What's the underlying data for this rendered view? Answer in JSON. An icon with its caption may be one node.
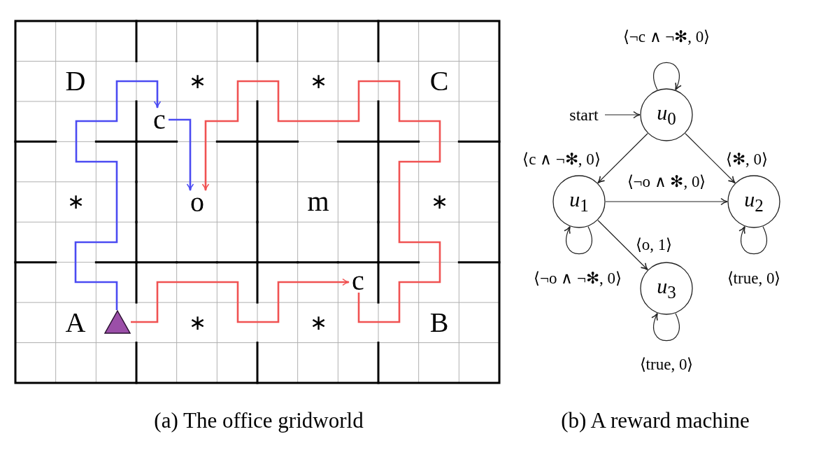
{
  "diagram": {
    "nodes": [
      {
        "text": [
          "c"
        ]
      },
      {
        "text": [
          "o"
        ]
      },
      {
        "text": [],
        "shape": "triangle"
      },
      {
        "text": [
          "c"
        ]
      },
      {
        "text": [
          "start"
        ]
      },
      {
        "text": [
          "*u*$_{0}$"
        ]
      },
      {
        "text": [
          "*u*$_{1}$"
        ]
      },
      {
        "text": [
          "*u*$_{2}$"
        ]
      },
      {
        "text": [
          "*u*$_{3}$"
        ]
      }
    ],
    "edges": [
      {
        "from": 2,
        "to": 0,
        "arrow": "to",
        "color": "#4b4bf2"
      },
      {
        "from": 0,
        "to": 1,
        "arrow": "to",
        "color": "#4b4bf2"
      },
      {
        "from": 2,
        "to": 3,
        "arrow": "to",
        "color": "#f05252"
      },
      {
        "from": 3,
        "to": 1,
        "arrow": "to",
        "color": "#f05252"
      },
      {
        "from": 4,
        "to": 5,
        "arrow": "to"
      },
      {
        "from": 5,
        "to": 5,
        "arrow": "to",
        "label": "⟨¬c ∧ ¬✻, 0⟩"
      },
      {
        "from": 5,
        "to": 6,
        "arrow": "to",
        "label": "⟨c ∧ ¬✻, 0⟩"
      },
      {
        "from": 5,
        "to": 7,
        "arrow": "to",
        "label": "⟨✻, 0⟩"
      },
      {
        "from": 6,
        "to": 7,
        "arrow": "to",
        "label": "⟨¬o ∧ ✻, 0⟩"
      },
      {
        "from": 6,
        "to": 6,
        "arrow": "to",
        "label": "⟨¬o ∧ ¬✻, 0⟩"
      },
      {
        "from": 6,
        "to": 8,
        "arrow": "to",
        "label": "⟨o, 1⟩"
      },
      {
        "from": 7,
        "to": 7,
        "arrow": "to",
        "label": "⟨true, 0⟩"
      },
      {
        "from": 8,
        "to": 8,
        "arrow": "to",
        "label": "⟨true, 0⟩"
      }
    ],
    "labels": [
      "D",
      "∗",
      "∗",
      "C",
      "∗",
      "m",
      "∗",
      "A",
      "∗",
      "∗",
      "B",
      "(a) The office gridworld",
      "(b) A reward machine"
    ]
  }
}
